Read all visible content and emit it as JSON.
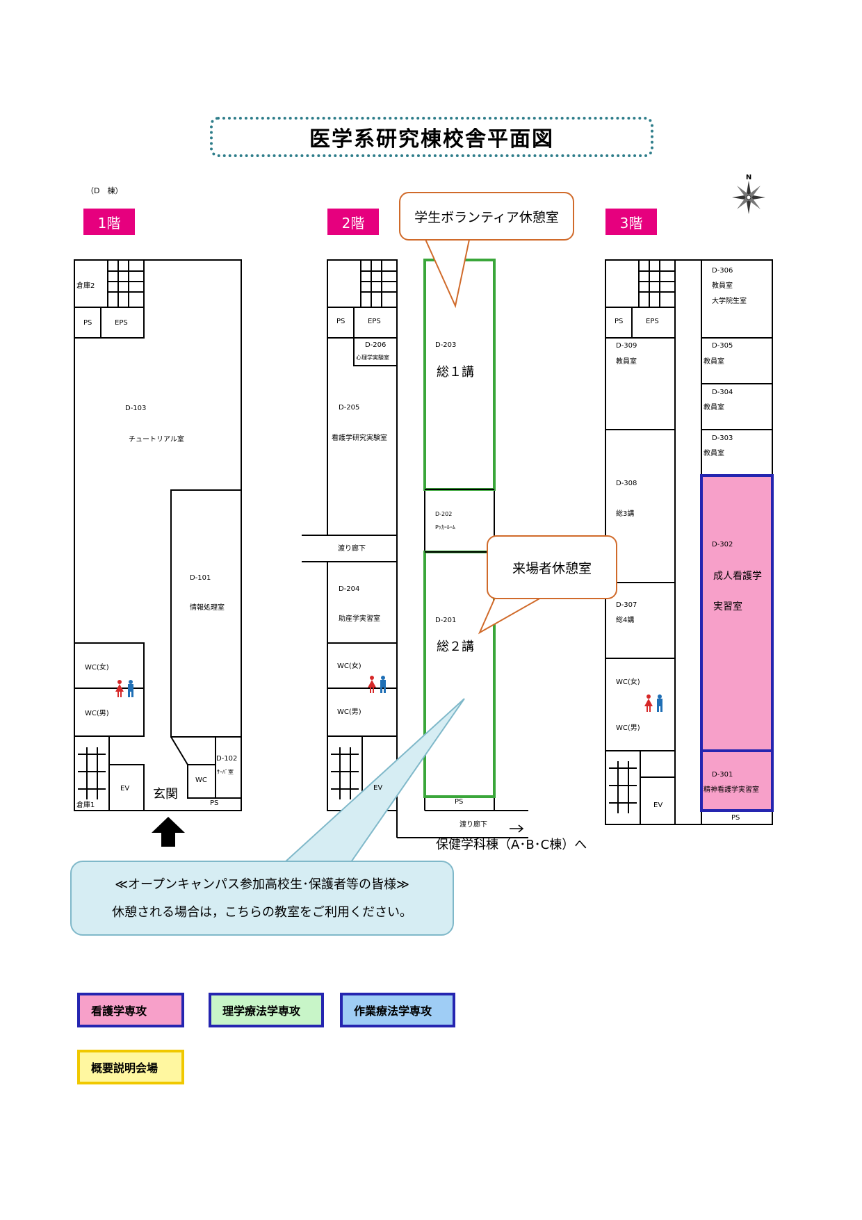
{
  "title": "医学系研究棟校舎平面図",
  "building_note": "（D　棟）",
  "floors": [
    "1階",
    "2階",
    "3階"
  ],
  "floor1": {
    "storage2": "倉庫2",
    "ps": "PS",
    "eps": "EPS",
    "d103_num": "D-103",
    "d103_name": "チュートリアル室",
    "d101_num": "D-101",
    "d101_name": "情報処理室",
    "wc_f": "WC(女)",
    "wc_m": "WC(男)",
    "ev": "EV",
    "storage1": "倉庫1",
    "entrance": "玄関",
    "wc": "WC",
    "d102_num": "D-102",
    "d102_name": "ｻｰﾊﾞ室",
    "ps2": "PS"
  },
  "floor2": {
    "ps": "PS",
    "eps": "EPS",
    "d206_num": "D-206",
    "d206_name": "心理学実験室",
    "d205_num": "D-205",
    "d205_name": "看護学研究実験室",
    "d203_num": "D-203",
    "d203_name": "総１講",
    "d202_num": "D-202",
    "d202_name": "Pｯｶｰﾙｰﾑ",
    "corridor": "渡り廊下",
    "d204_num": "D-204",
    "d204_name": "助産学実習室",
    "d201_num": "D-201",
    "d201_name": "総２講",
    "wc_f": "WC(女)",
    "wc_m": "WC(男)",
    "ev": "EV",
    "ps2": "PS",
    "corridor2": "渡り廊下",
    "to_building": "保健学科棟（A･B･C棟）へ"
  },
  "floor3": {
    "ps": "PS",
    "eps": "EPS",
    "d306_num": "D-306",
    "d306_name1": "教員室",
    "d306_name2": "大学院生室",
    "d309_num": "D-309",
    "d309_name": "教員室",
    "d305_num": "D-305",
    "d305_name": "教員室",
    "d304_num": "D-304",
    "d304_name": "教員室",
    "d303_num": "D-303",
    "d303_name": "教員室",
    "d308_num": "D-308",
    "d308_name": "総3講",
    "d302_num": "D-302",
    "d302_name1": "成人看護学",
    "d302_name2": "実習室",
    "d307_num": "D-307",
    "d307_name": "総4講",
    "wc_f": "WC(女)",
    "wc_m": "WC(男)",
    "d301_num": "D-301",
    "d301_name": "精神看護学実習室",
    "ev": "EV",
    "ps2": "PS"
  },
  "callouts": {
    "volunteer": "学生ボランティア休憩室",
    "visitor": "来場者休憩室"
  },
  "info": {
    "line1": "≪オープンキャンパス参加高校生･保護者等の皆様≫",
    "line2": "休憩される場合は，こちらの教室をご利用ください。"
  },
  "legend": [
    {
      "label": "看護学専攻",
      "fill": "#f7a0c9",
      "border": "#2525b0"
    },
    {
      "label": "理学療法学専攻",
      "fill": "#c8f5c8",
      "border": "#2525b0"
    },
    {
      "label": "作業療法学専攻",
      "fill": "#9fcdf5",
      "border": "#2525b0"
    },
    {
      "label": "概要説明会場",
      "fill": "#fff7a0",
      "border": "#f0c800"
    }
  ],
  "compass": "N"
}
